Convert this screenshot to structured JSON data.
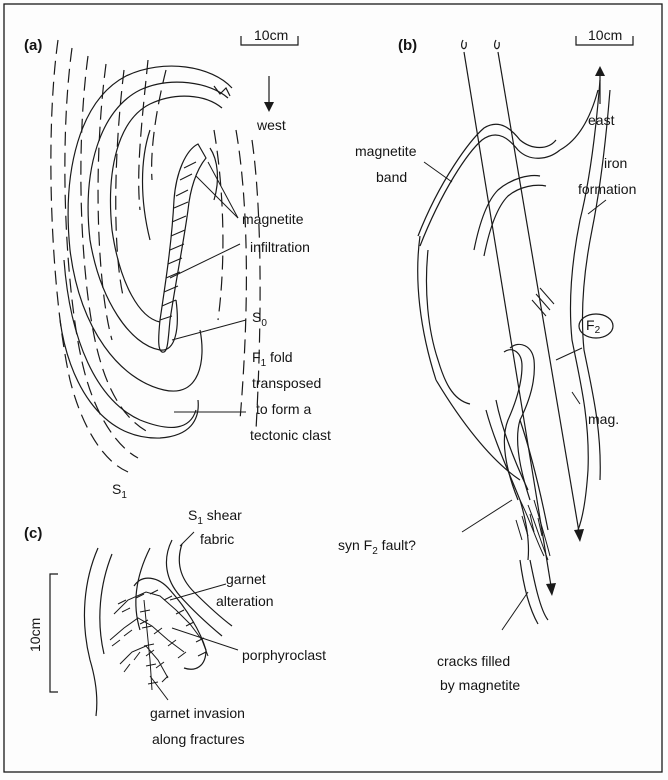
{
  "panels": {
    "a": {
      "label": "(a)",
      "scale": "10cm",
      "direction": "west",
      "labels": {
        "magnetite": "magnetite",
        "infiltration": "infiltration",
        "s0": "S",
        "s0_sub": "0",
        "f1_main": "F",
        "f1_sub": "1",
        "f1_rest": " fold",
        "transposed": "transposed",
        "to_form": "to form a",
        "tectonic": "tectonic clast",
        "s1": "S",
        "s1_sub": "1"
      }
    },
    "b": {
      "label": "(b)",
      "scale": "10cm",
      "direction": "east",
      "labels": {
        "magnetite": "magnetite",
        "band": "band",
        "iron": "iron",
        "formation": "formation",
        "f2_main": "F",
        "f2_sub": "2",
        "mag": "mag.",
        "syn": "syn F",
        "syn_sub": "2",
        "syn_rest": " fault?",
        "cracks": "cracks filled",
        "by_mag": "by magnetite"
      }
    },
    "c": {
      "label": "(c)",
      "scale": "10cm",
      "labels": {
        "s1_main": "S",
        "s1_sub": "1",
        "s1_rest": " shear",
        "fabric": "fabric",
        "garnet": "garnet",
        "alteration": "alteration",
        "porphyroclast": "porphyroclast",
        "garnet_invasion": "garnet invasion",
        "along_fractures": "along fractures"
      }
    }
  }
}
